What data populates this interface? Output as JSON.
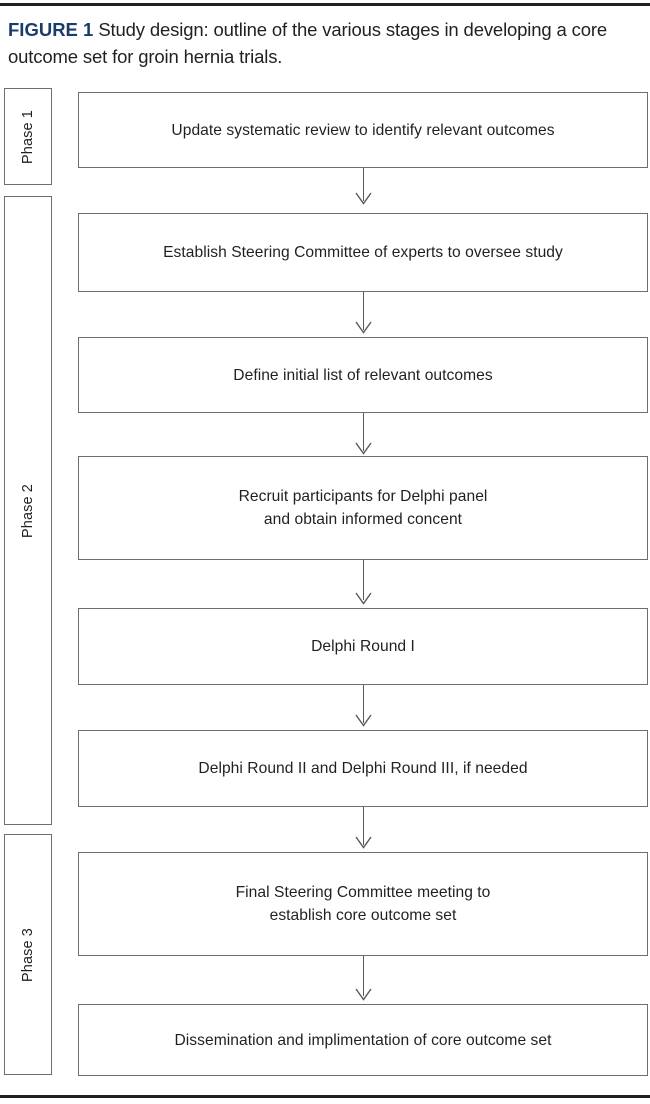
{
  "caption": {
    "figure_label": "FIGURE 1",
    "text": " Study design: outline of the various stages in developing a core outcome set for groin hernia trials.",
    "label_color": "#1b3c68",
    "text_color": "#231f20"
  },
  "diagram": {
    "type": "flowchart",
    "orientation": "vertical",
    "box_border_color": "#6d6e70",
    "connector_color": "#58595b",
    "phases": [
      {
        "label": "Phase 1",
        "covers_steps": [
          1
        ]
      },
      {
        "label": "Phase 2",
        "covers_steps": [
          2,
          3,
          4,
          5,
          6
        ]
      },
      {
        "label": "Phase 3",
        "covers_steps": [
          7,
          8
        ]
      }
    ],
    "steps": [
      {
        "n": 1,
        "text": "Update systematic review to identify relevant outcomes",
        "phase": "Phase 1"
      },
      {
        "n": 2,
        "text": "Establish Steering Committee of experts to oversee study",
        "phase": "Phase 2"
      },
      {
        "n": 3,
        "text": "Define initial list of relevant outcomes",
        "phase": "Phase 2"
      },
      {
        "n": 4,
        "text": "Recruit participants for Delphi panel\nand obtain informed concent",
        "phase": "Phase 2"
      },
      {
        "n": 5,
        "text": "Delphi Round I",
        "phase": "Phase 2"
      },
      {
        "n": 6,
        "text": "Delphi Round II and Delphi Round III, if needed",
        "phase": "Phase 2"
      },
      {
        "n": 7,
        "text": "Final Steering Committee meeting to\nestablish core outcome set",
        "phase": "Phase 3"
      },
      {
        "n": 8,
        "text": "Dissemination and implimentation of core outcome set",
        "phase": "Phase 3"
      }
    ],
    "connector_count": 7
  }
}
